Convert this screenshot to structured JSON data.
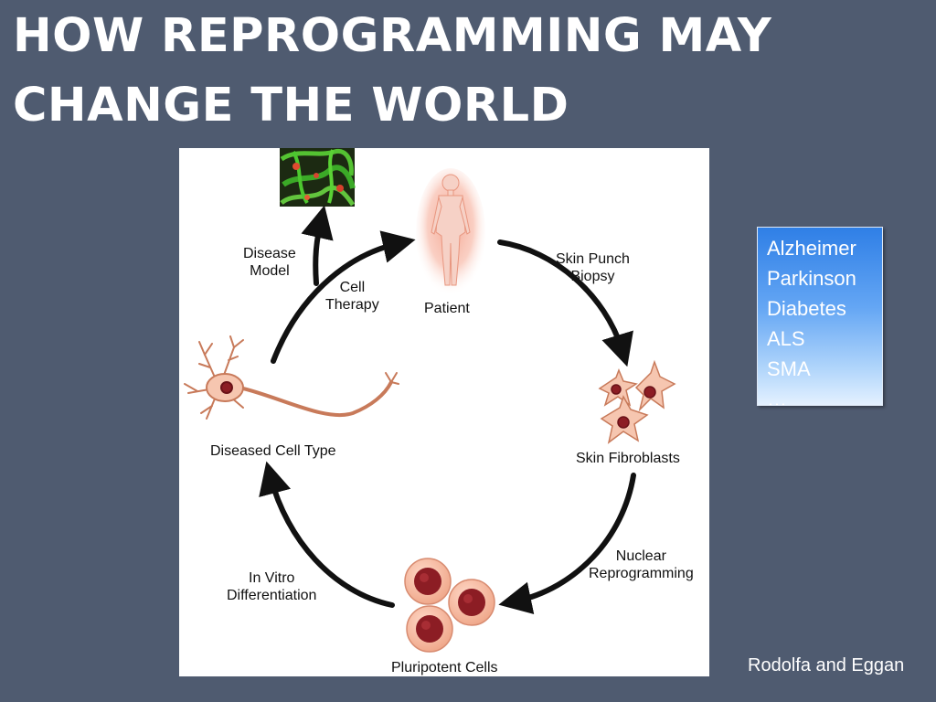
{
  "slide": {
    "title_line1": "HOW REPROGRAMMING MAY",
    "title_line2": "CHANGE THE WORLD",
    "credit": "Rodolfa and Eggan"
  },
  "diagram": {
    "labels": {
      "disease_model": "Disease\nModel",
      "cell_therapy": "Cell\nTherapy",
      "patient": "Patient",
      "skin_punch_biopsy": "Skin Punch\nBiopsy",
      "skin_fibroblasts": "Skin Fibroblasts",
      "nuclear_reprogramming": "Nuclear\nReprogramming",
      "pluripotent_cells": "Pluripotent Cells",
      "in_vitro_differentiation": "In Vitro\nDifferentiation",
      "diseased_cell_type": "Diseased Cell Type"
    }
  },
  "diseases": [
    "Alzheimer",
    "Parkinson",
    "Diabetes",
    "ALS",
    "SMA",
    "…"
  ],
  "colors": {
    "background": "#4f5b70",
    "arrow": "#111111",
    "cell_fill": "#f6c6b0",
    "cell_outline": "#c87a5a",
    "nucleus": "#8c1d24",
    "list_box": "#4a95ee"
  }
}
